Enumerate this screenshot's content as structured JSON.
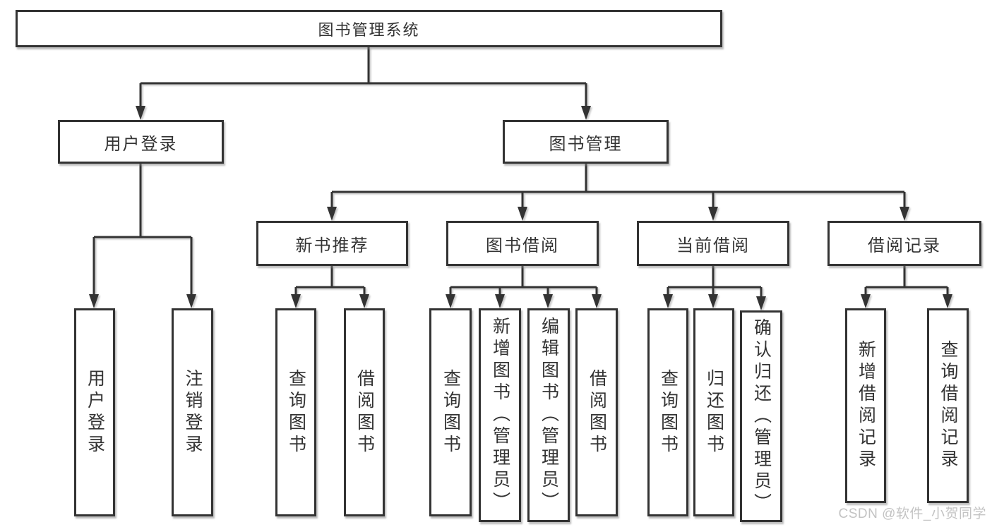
{
  "diagram": {
    "type": "hierarchy-tree",
    "colors": {
      "background": "#ffffff",
      "line": "#333333",
      "box_border": "#333333",
      "box_fill": "#ffffff",
      "text": "#333333",
      "watermark": "#c3c3c3"
    },
    "root": {
      "label": "图书管理系统"
    },
    "branches": {
      "user_login": {
        "label": "用户登录",
        "children": [
          {
            "label": "用户登录"
          },
          {
            "label": "注销登录"
          }
        ]
      },
      "book_management": {
        "label": "图书管理",
        "sections": {
          "new_book_recommend": {
            "label": "新书推荐",
            "children": [
              {
                "label": "查询图书"
              },
              {
                "label": "借阅图书"
              }
            ]
          },
          "book_borrowing": {
            "label": "图书借阅",
            "children": [
              {
                "label": "查询图书"
              },
              {
                "label": "新增图书（管理员）"
              },
              {
                "label": "编辑图书（管理员）"
              },
              {
                "label": "借阅图书"
              }
            ]
          },
          "current_borrowing": {
            "label": "当前借阅",
            "children": [
              {
                "label": "查询图书"
              },
              {
                "label": "归还图书"
              },
              {
                "label": "确认归还（管理员）"
              }
            ]
          },
          "borrow_records": {
            "label": "借阅记录",
            "children": [
              {
                "label": "新增借阅记录"
              },
              {
                "label": "查询借阅记录"
              }
            ]
          }
        }
      }
    }
  },
  "watermark": {
    "text": "CSDN @软件_小贺同学"
  }
}
